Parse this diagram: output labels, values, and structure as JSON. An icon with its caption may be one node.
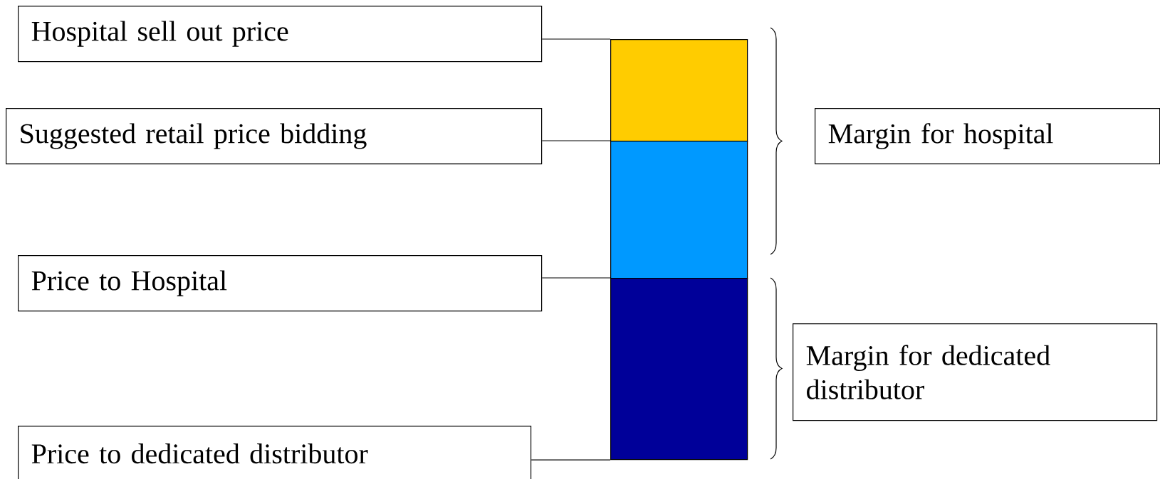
{
  "diagram": {
    "nodes": [
      {
        "text": [
          "Hospital sell out price"
        ]
      },
      {
        "text": [
          "Suggested retail price bidding"
        ]
      },
      {
        "text": [
          "Price to Hospital"
        ]
      },
      {
        "text": [
          "Price to dedicated distributor"
        ]
      },
      {
        "text": [
          "Margin for hospital"
        ]
      },
      {
        "text": [
          "Margin for dedicated distributor"
        ]
      },
      {
        "text": [],
        "shape": "bar"
      },
      {
        "text": [],
        "shape": "bar"
      },
      {
        "text": [],
        "shape": "bar"
      }
    ],
    "edges": [
      {
        "from": 0,
        "to": 6,
        "arrow": "none"
      },
      {
        "from": 1,
        "to": 7,
        "arrow": "none"
      },
      {
        "from": 2,
        "to": 8,
        "arrow": "none"
      },
      {
        "from": 3,
        "to": 8,
        "arrow": "none"
      }
    ]
  }
}
